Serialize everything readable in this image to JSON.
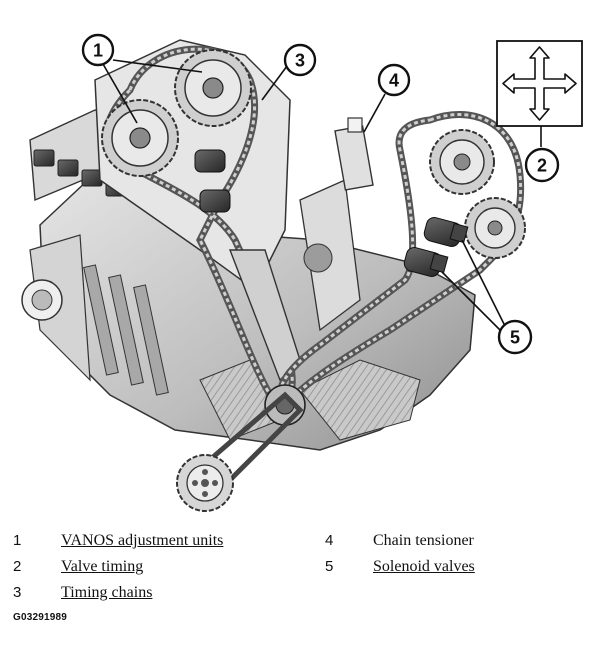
{
  "callouts": [
    "1",
    "2",
    "3",
    "4",
    "5"
  ],
  "legend": [
    {
      "num": "1",
      "text": "VANOS adjustment units",
      "underlined": true
    },
    {
      "num": "2",
      "text": "Valve timing",
      "underlined": true
    },
    {
      "num": "3",
      "text": "Timing chains",
      "underlined": true
    },
    {
      "num": "4",
      "text": "Chain tensioner",
      "underlined": false
    },
    {
      "num": "5",
      "text": "Solenoid valves",
      "underlined": true
    }
  ],
  "figure_id": "G03291989"
}
